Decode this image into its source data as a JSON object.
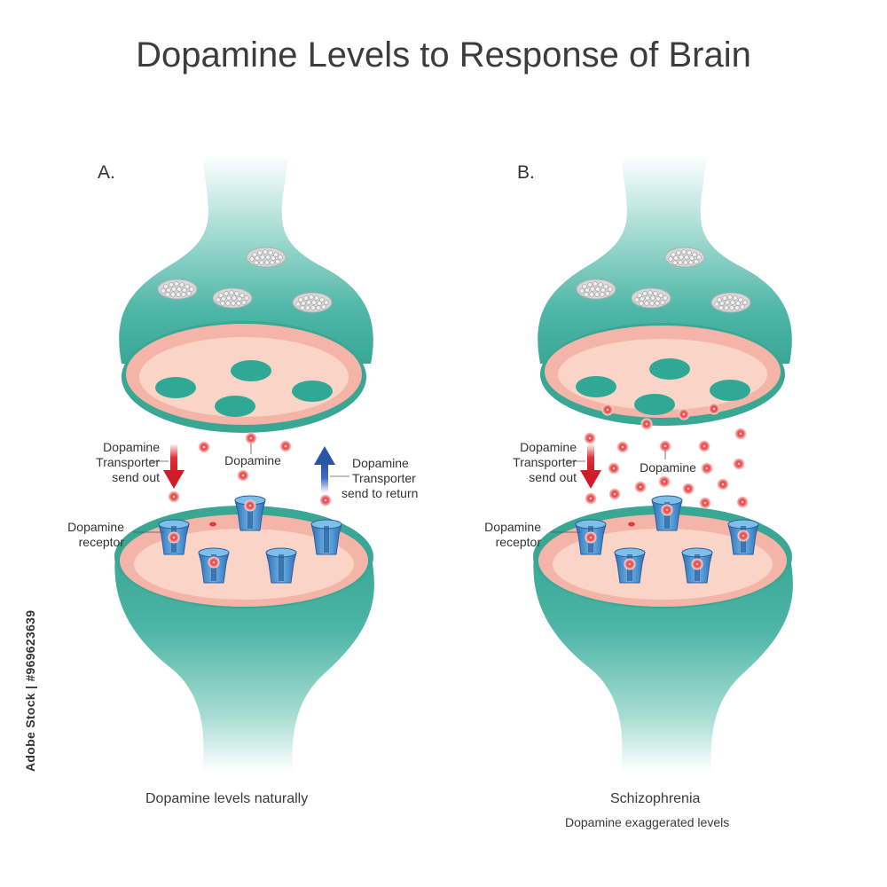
{
  "title": "Dopamine Levels to Response of Brain",
  "credit": "Adobe Stock | #969623639",
  "panel_a": {
    "letter": "A.",
    "transporter_out": [
      "Dopamine",
      "Transporter",
      "send out"
    ],
    "dopamine": "Dopamine",
    "transporter_return": [
      "Dopamine",
      "Transporter",
      "send to return"
    ],
    "receptor": [
      "Dopamine",
      "receptor"
    ],
    "caption": "Dopamine levels naturally"
  },
  "panel_b": {
    "letter": "B.",
    "transporter_out": [
      "Dopamine",
      "Transporter",
      "send out"
    ],
    "dopamine": "Dopamine",
    "receptor": [
      "Dopamine",
      "receptor"
    ],
    "caption": "Schizophrenia",
    "subcaption": "Dopamine exaggerated levels"
  },
  "colors": {
    "neuron": "#3fb0a0",
    "neuron_fade": "#d8f0ec",
    "membrane": "#f4b8ac",
    "membrane_inner": "#fad6cc",
    "vesicle": "#2fa896",
    "receptor": "#3f86c8",
    "dopamine": "#e03a3a",
    "arrow_out": "#d4202c",
    "arrow_return": "#2f5fb0"
  }
}
